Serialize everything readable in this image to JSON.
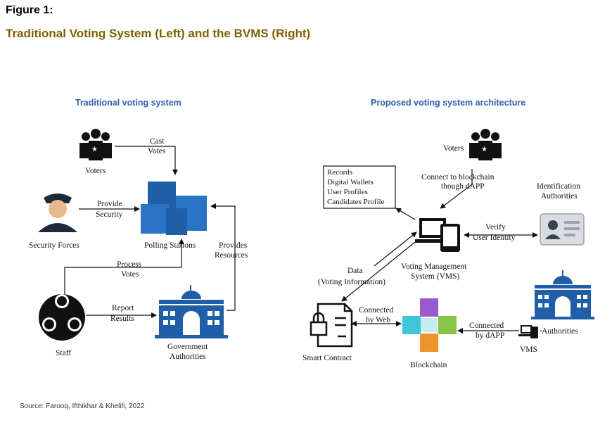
{
  "figure": {
    "label": "Figure 1:",
    "title": "Traditional Voting System (Left) and the BVMS (Right)",
    "source": "Source: Farooq, Ifthikhar & Khelifi, 2022"
  },
  "left": {
    "heading": "Traditional voting system",
    "nodes": {
      "voters": "Voters",
      "security": "Security Forces",
      "polling": "Polling Stations",
      "staff": "Staff",
      "government": [
        "Government",
        "Authorities"
      ]
    },
    "edges": {
      "cast_votes": [
        "Cast",
        "Votes"
      ],
      "provide_security": [
        "Provide",
        "Security"
      ],
      "process_votes": [
        "Process",
        "Votes"
      ],
      "report_results": [
        "Report",
        "Results"
      ],
      "provides_resources": [
        "Provides",
        "Resources"
      ]
    }
  },
  "right": {
    "heading": "Proposed voting system architecture",
    "records_box": [
      "Records",
      "Digital Wallets",
      "User Profiles",
      "Candidates Profile"
    ],
    "nodes": {
      "voters": "Voters",
      "vms": [
        "Voting Management",
        "System (VMS)"
      ],
      "id_auth": [
        "Identification",
        "Authorities"
      ],
      "smart_contract": "Smart Contract",
      "blockchain": "Blockchain",
      "authorities": "Authorities",
      "vms_small": "VMS"
    },
    "edges": {
      "connect_blockchain": [
        "Connect to blockchain",
        "though dAPP"
      ],
      "verify": [
        "Verify",
        "User Identity"
      ],
      "data": [
        "Data",
        "(Voting Information)"
      ],
      "connected_web": [
        "Connected",
        "by Web"
      ],
      "connected_dapp": [
        "Connected",
        "by dAPP"
      ]
    }
  },
  "colors": {
    "title": "#7f6000",
    "subheading": "#2f5fb0",
    "building_blue": "#1f5fa8",
    "dark": "#111111",
    "cube_purple": "#9b59d0",
    "cube_cyan": "#3cc6d6",
    "cube_green": "#8bc34a",
    "cube_orange": "#f0932b"
  }
}
